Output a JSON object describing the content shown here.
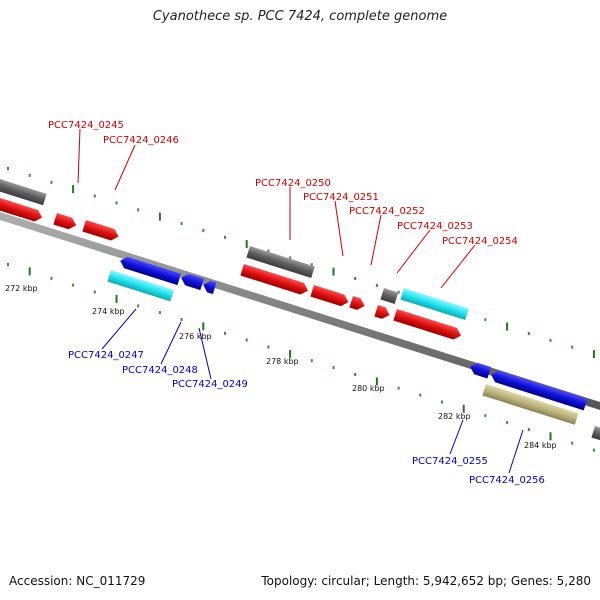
{
  "title": "Cyanothece sp. PCC 7424, complete genome",
  "footer": {
    "accession": "Accession: NC_011729",
    "summary": "Topology: circular; Length: 5,942,652 bp; Genes: 5,280"
  },
  "colors": {
    "backbone": "#8a8a8a",
    "tick_major": "#1f7a1f",
    "tick_minor": "#2e9a2e",
    "forward_label": "#cc0000",
    "reverse_label": "#0000bb",
    "red_feature": "#e8101a",
    "gray_feature": "#6f6f6f",
    "blue_feature": "#1414e0",
    "cyan_feature": "#22e8f0",
    "khaki_feature": "#bdb580"
  },
  "kbp_labels": [
    "272 kbp",
    "274 kbp",
    "276 kbp",
    "278 kbp",
    "280 kbp",
    "282 kbp",
    "284 kbp"
  ],
  "forward_labels": [
    "PCC7424_0245",
    "PCC7424_0246",
    "PCC7424_0250",
    "PCC7424_0251",
    "PCC7424_0252",
    "PCC7424_0253",
    "PCC7424_0254"
  ],
  "reverse_labels": [
    "PCC7424_0247",
    "PCC7424_0248",
    "PCC7424_0249",
    "PCC7424_0255",
    "PCC7424_0256"
  ]
}
